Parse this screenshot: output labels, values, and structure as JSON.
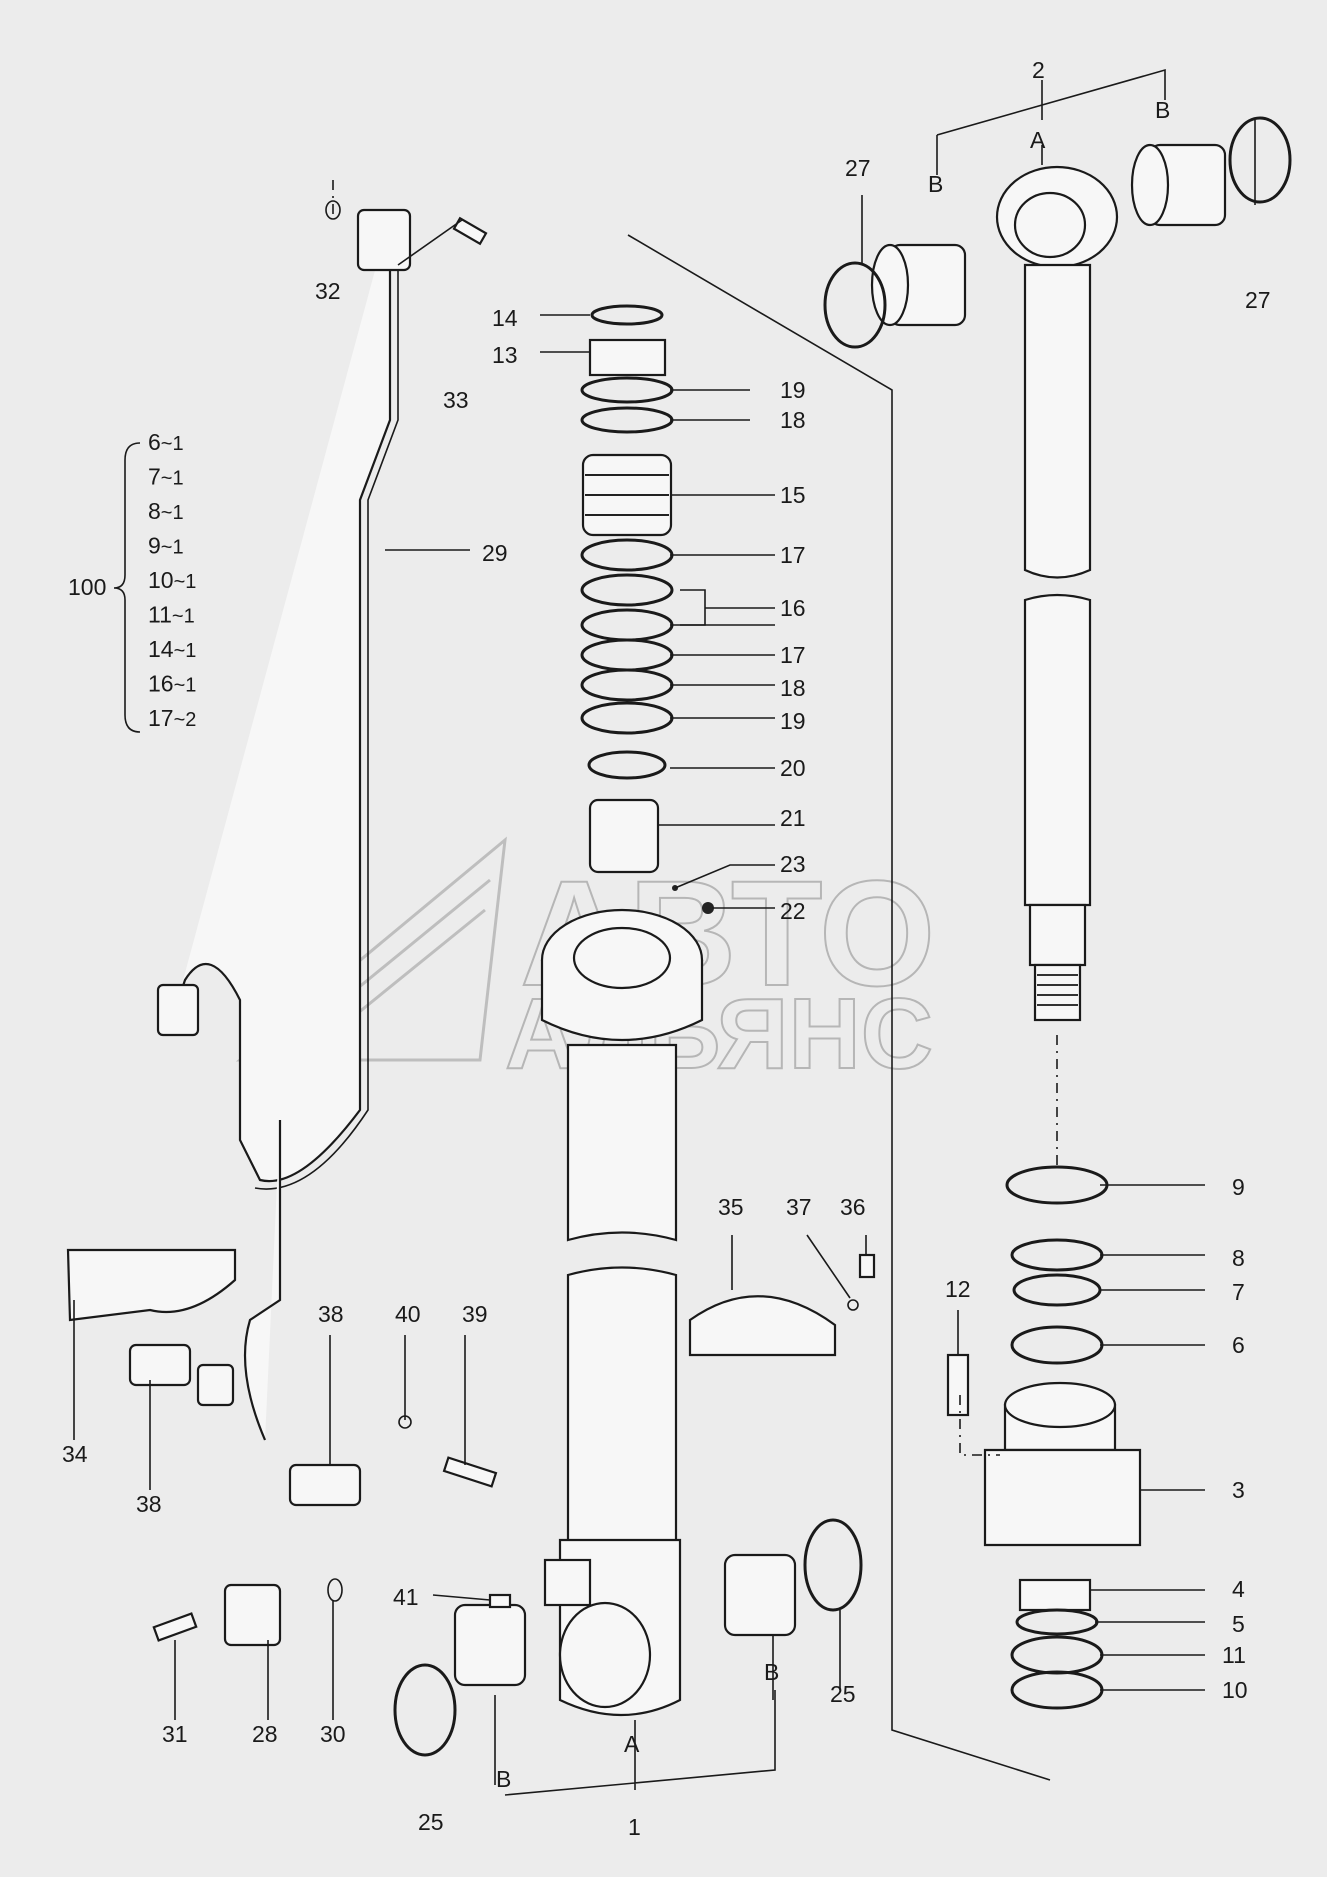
{
  "watermark": {
    "line1": "АВТО",
    "line2": "АЛЬЯНС"
  },
  "callouts": {
    "p1": "1",
    "p2": "2",
    "p3": "3",
    "p4": "4",
    "p5": "5",
    "p6": "6",
    "p7": "7",
    "p8": "8",
    "p9": "9",
    "p10": "10",
    "p11": "11",
    "p12": "12",
    "p13": "13",
    "p14": "14",
    "p15": "15",
    "p16": "16",
    "p17a": "17",
    "p17b": "17",
    "p18a": "18",
    "p18b": "18",
    "p19a": "19",
    "p19b": "19",
    "p20": "20",
    "p21": "21",
    "p22": "22",
    "p23": "23",
    "p25a": "25",
    "p25b": "25",
    "p27a": "27",
    "p27b": "27",
    "p28": "28",
    "p29": "29",
    "p30": "30",
    "p31": "31",
    "p32": "32",
    "p33": "33",
    "p34": "34",
    "p35": "35",
    "p36": "36",
    "p37": "37",
    "p38a": "38",
    "p38b": "38",
    "p39": "39",
    "p40": "40",
    "p41": "41"
  },
  "letters": {
    "a_top": "A",
    "b_top_left": "B",
    "b_top_right": "B",
    "a_bottom": "A",
    "b_bottom_left": "B",
    "b_bottom_right": "B"
  },
  "kit": {
    "number": "100",
    "items": [
      {
        "part": "6",
        "qty": "1"
      },
      {
        "part": "7",
        "qty": "1"
      },
      {
        "part": "8",
        "qty": "1"
      },
      {
        "part": "9",
        "qty": "1"
      },
      {
        "part": "10",
        "qty": "1"
      },
      {
        "part": "11",
        "qty": "1"
      },
      {
        "part": "14",
        "qty": "1"
      },
      {
        "part": "16",
        "qty": "1"
      },
      {
        "part": "17",
        "qty": "2"
      }
    ]
  }
}
